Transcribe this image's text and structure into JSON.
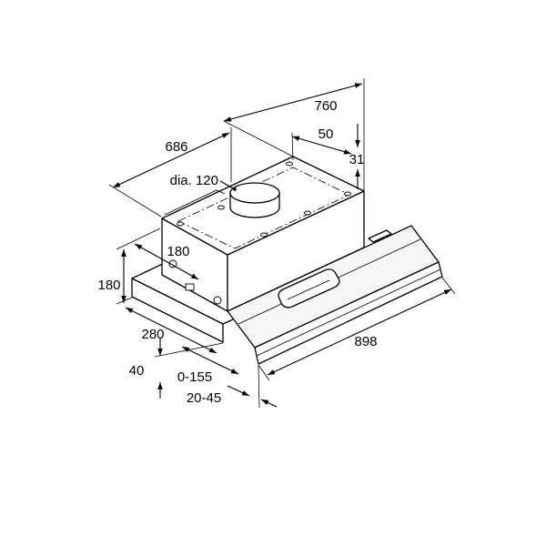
{
  "dimensions": {
    "overall_760": "760",
    "width_686": "686",
    "offset_50": "50",
    "offset_31": "31",
    "collar_diameter": "dia. 120",
    "depth_180": "180",
    "height_180": "180",
    "depth_280": "280",
    "width_898": "898",
    "height_40": "40",
    "extension_0_155": "0-155",
    "gap_20_45": "20-45"
  }
}
